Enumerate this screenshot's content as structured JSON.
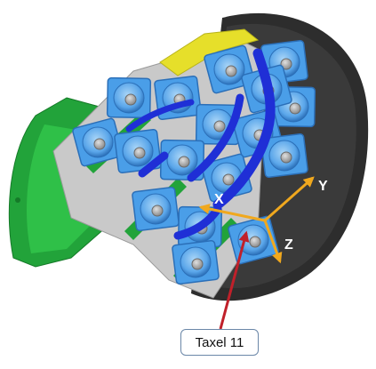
{
  "callout": {
    "label": "Taxel 11"
  },
  "axes": {
    "x_label": "X",
    "y_label": "Y",
    "z_label": "Z"
  },
  "colors": {
    "shell_dark": "#2d2d2d",
    "module_blue": "#4a9ee8",
    "module_blue_dark": "#2b6fb8",
    "taxel_face": "#8fc6f2",
    "sensor_center": "#b9b9b9",
    "flex_cable": "#1f2fd6",
    "pcb_green": "#22a33a",
    "frame_gray": "#c9c9c9",
    "yellow_part": "#e6df2a",
    "axis_orange": "#f0a81e",
    "pointer_red": "#c0202a"
  },
  "icons": {
    "taxel": "circle-sensor-icon"
  }
}
